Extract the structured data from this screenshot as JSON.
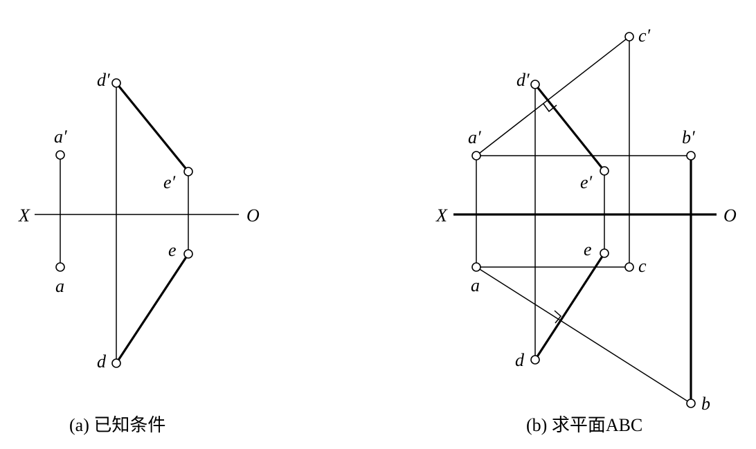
{
  "figure_a": {
    "caption": "(a) 已知条件",
    "axis": {
      "x_label": "X",
      "o_label": "O"
    },
    "points": {
      "d1": "d′",
      "e1": "e′",
      "a1": "a′",
      "a": "a",
      "e": "e",
      "d": "d"
    }
  },
  "figure_b": {
    "caption": "(b) 求平面ABC",
    "axis": {
      "x_label": "X",
      "o_label": "O"
    },
    "points": {
      "c1": "c′",
      "d1": "d′",
      "a1": "a′",
      "b1": "b′",
      "e1": "e′",
      "e": "e",
      "c": "c",
      "a": "a",
      "d": "d",
      "b": "b"
    }
  }
}
